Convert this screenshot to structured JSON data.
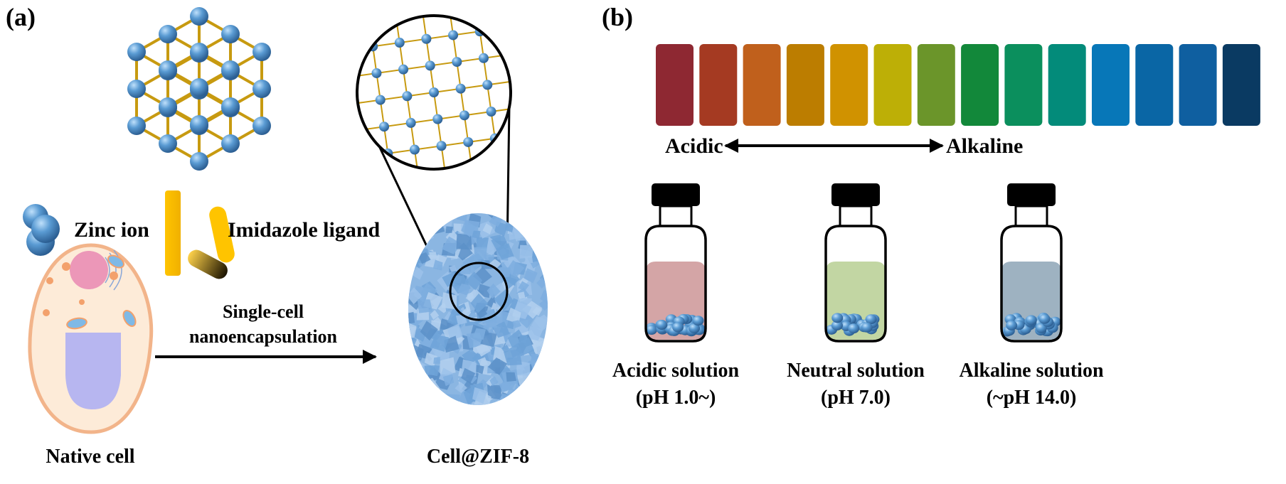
{
  "panel_a": {
    "label": "(a)",
    "zinc_ion": "Zinc ion",
    "imidazole_ligand": "Imidazole ligand",
    "process_line1": "Single-cell",
    "process_line2": "nanoencapsulation",
    "native_cell": "Native cell",
    "cell_zif8": "Cell@ZIF-8"
  },
  "panel_b": {
    "label": "(b)",
    "scale_left": "Acidic",
    "scale_right": "Alkaline",
    "ph_colors": [
      "#8e2832",
      "#a53a22",
      "#c0601c",
      "#bc7d00",
      "#d09200",
      "#bdaf06",
      "#6b952a",
      "#12883a",
      "#0b8f5d",
      "#038b7a",
      "#0777b8",
      "#0a66a5",
      "#0f5fa0",
      "#0a3a62"
    ],
    "vials": [
      {
        "name": "Acidic solution",
        "ph": "(pH 1.0~)",
        "color": "#d4a5a6"
      },
      {
        "name": "Neutral solution",
        "ph": "(pH 7.0)",
        "color": "#c2d6a3"
      },
      {
        "name": "Alkaline solution",
        "ph": "(~pH 14.0)",
        "color": "#9eb2c1"
      }
    ]
  },
  "colors": {
    "zinc": "#4f8fca",
    "ligand": "#c79a10",
    "cell_membrane": "#f2b48a",
    "cell_fill": "#fdebd8",
    "nucleus": "#ec97b8",
    "vacuole": "#b7b6f0"
  }
}
